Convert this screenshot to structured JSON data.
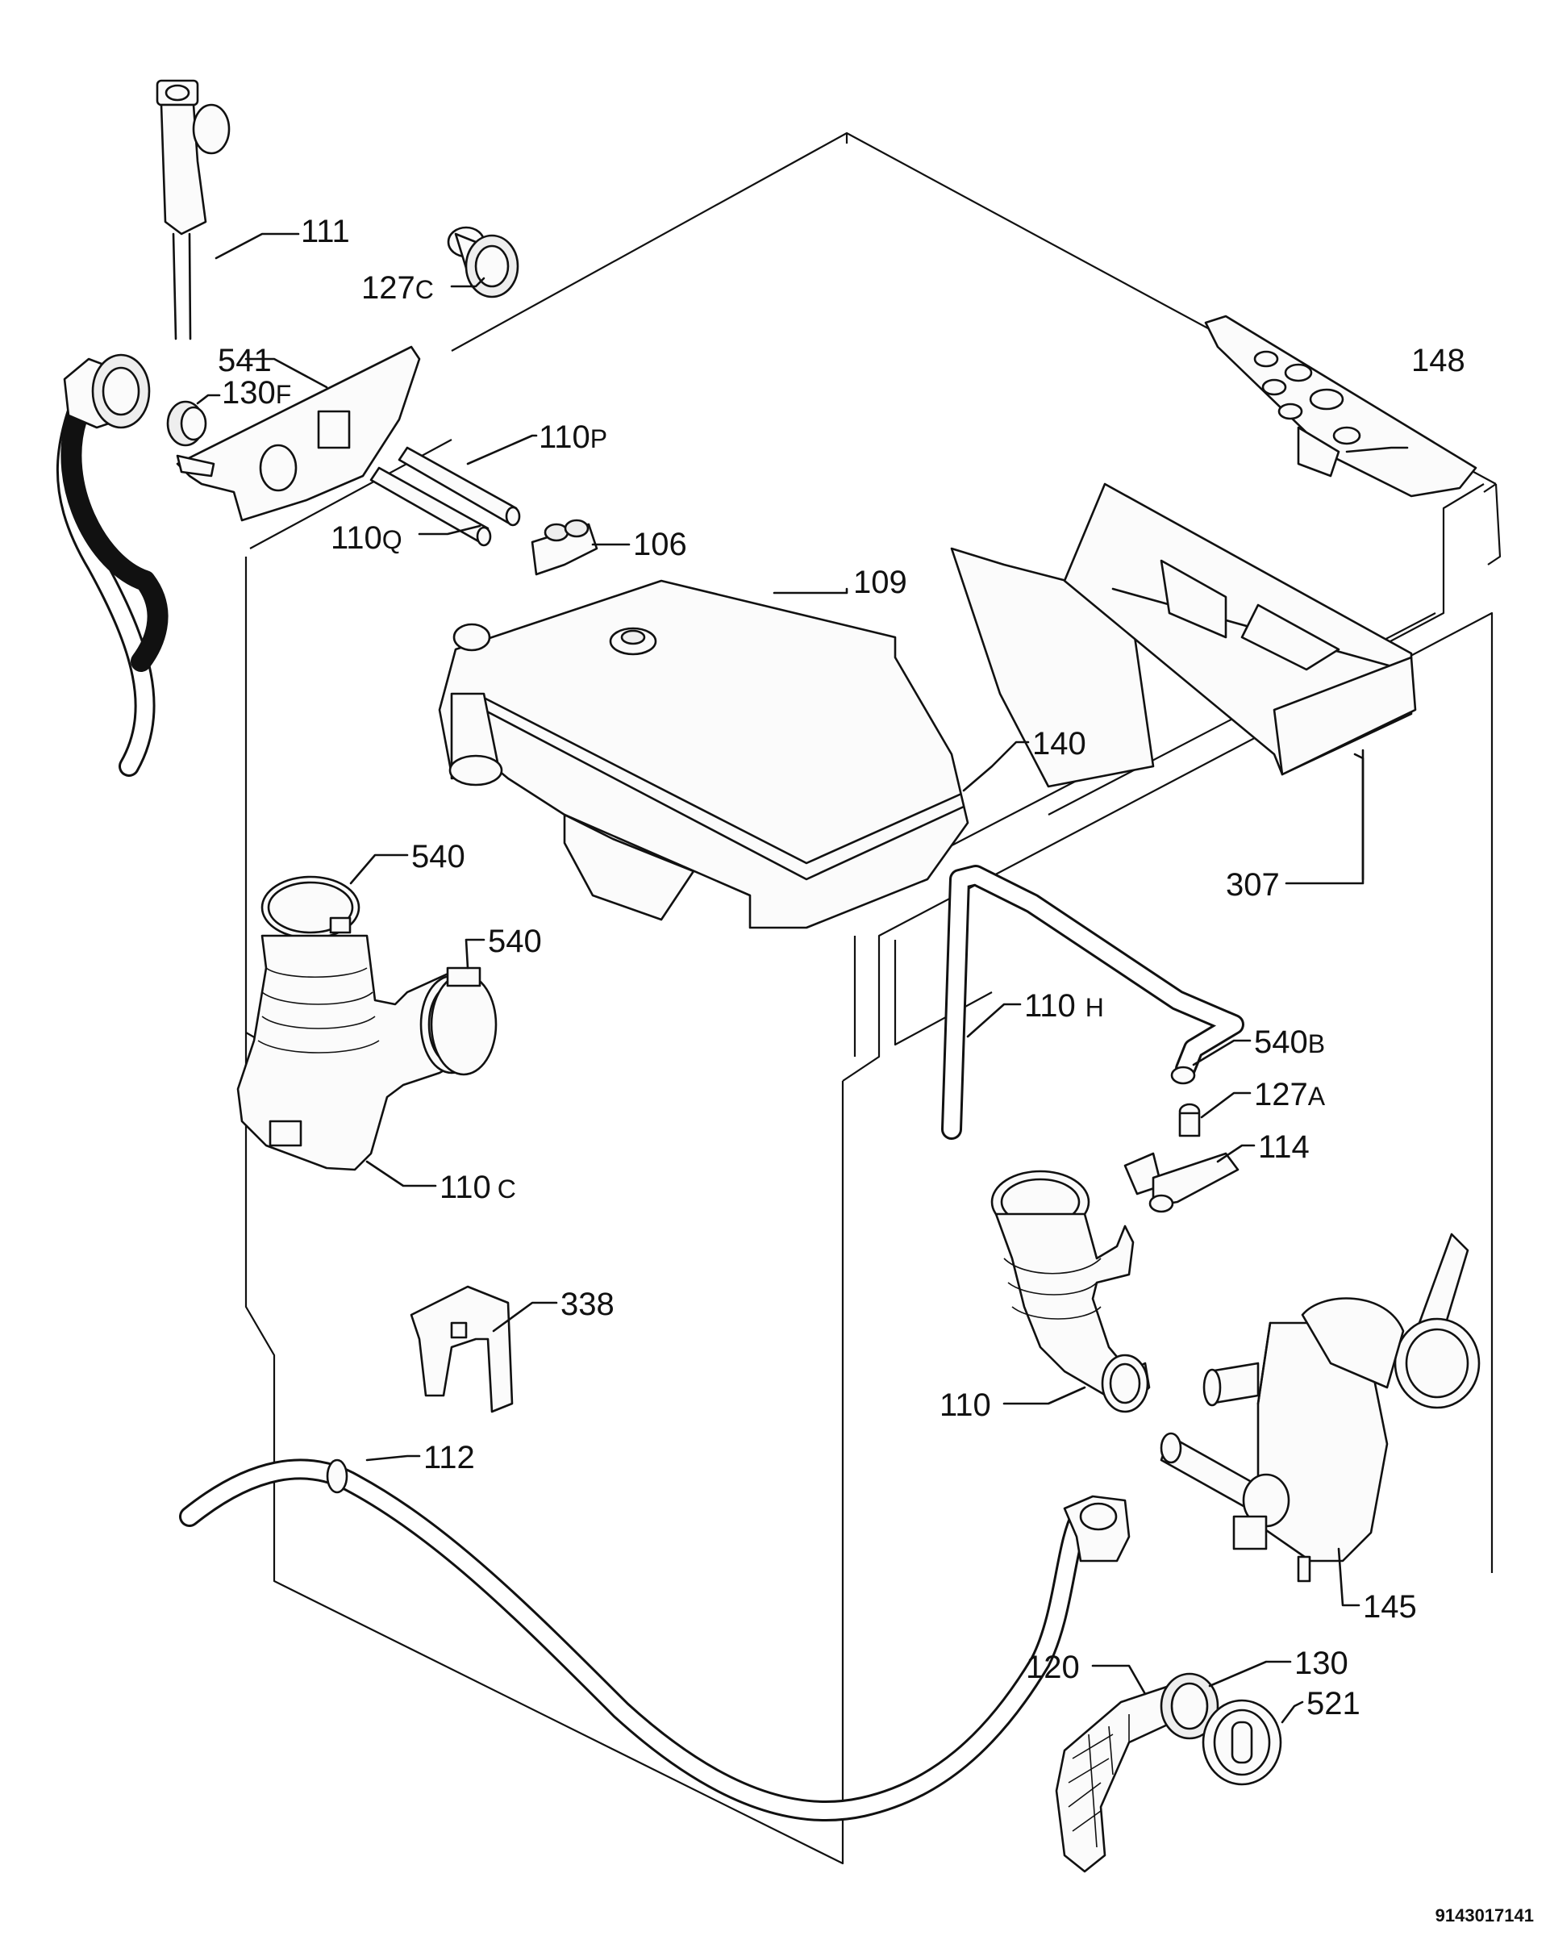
{
  "document_code": "9143017141",
  "labels": {
    "p111": {
      "num": "111"
    },
    "p127c": {
      "num": "127",
      "sfx": "C"
    },
    "p541": {
      "num": "541"
    },
    "p130f": {
      "num": "130",
      "sfx": "F"
    },
    "p110p": {
      "num": "110",
      "sfx": "P"
    },
    "p110q": {
      "num": "110",
      "sfx": "Q"
    },
    "p106": {
      "num": "106"
    },
    "p109": {
      "num": "109"
    },
    "p148": {
      "num": "148"
    },
    "p140": {
      "num": "140"
    },
    "p307": {
      "num": "307"
    },
    "p540a": {
      "num": "540"
    },
    "p540b": {
      "num": "540"
    },
    "p110h": {
      "num": "110",
      "sfx": "H"
    },
    "p540bb": {
      "num": "540",
      "sfx": "B"
    },
    "p127a": {
      "num": "127",
      "sfx": "A"
    },
    "p114": {
      "num": "114"
    },
    "p110c": {
      "num": "110",
      "sfx": "C"
    },
    "p338": {
      "num": "338"
    },
    "p110": {
      "num": "110"
    },
    "p112": {
      "num": "112"
    },
    "p145": {
      "num": "145"
    },
    "p120": {
      "num": "120"
    },
    "p130": {
      "num": "130"
    },
    "p521": {
      "num": "521"
    }
  }
}
